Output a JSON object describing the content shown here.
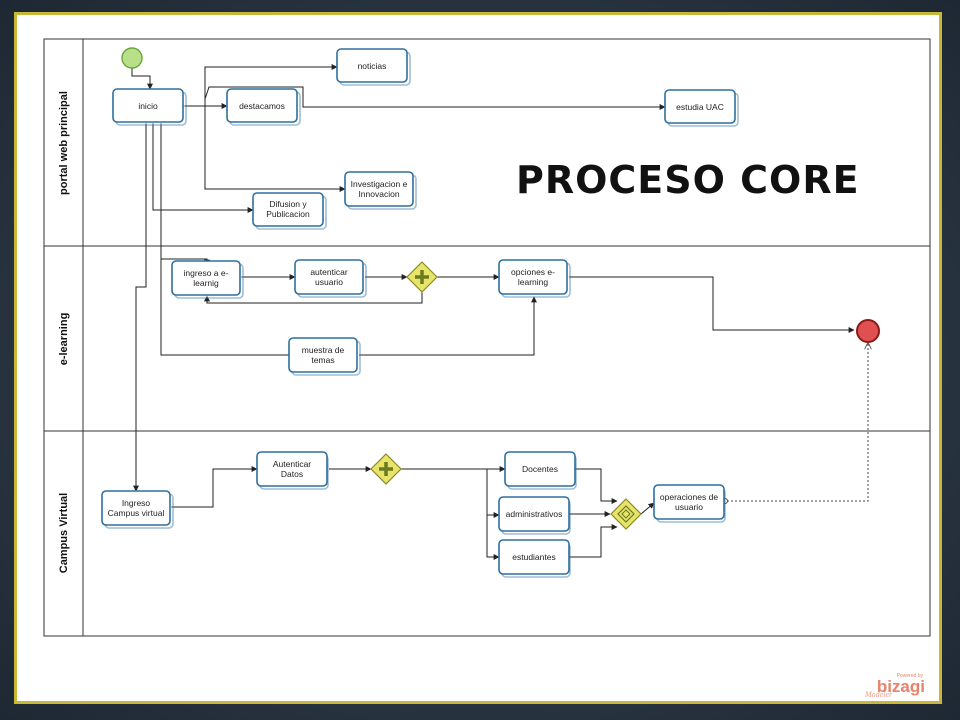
{
  "title": "PROCESO CORE",
  "lanes": [
    {
      "label": "portal web principal"
    },
    {
      "label": "e-learning"
    },
    {
      "label": "Campus Virtual"
    }
  ],
  "tasks": {
    "inicio": [
      "inicio"
    ],
    "noticias": [
      "noticias"
    ],
    "destacamos": [
      "destacamos"
    ],
    "estudia": [
      "estudia  UAC"
    ],
    "investigacion": [
      "Investigacion  e",
      "Innovacion"
    ],
    "difusion": [
      "Difusion y",
      "Publicacion"
    ],
    "ingreso_elearning": [
      "ingreso a e-",
      "learnig"
    ],
    "autenticar_usuario": [
      "autenticar",
      "usuario"
    ],
    "opciones_elearning": [
      "opciones e-",
      "learning"
    ],
    "muestra_temas": [
      "muestra de",
      "temas"
    ],
    "ingreso_campus": [
      "Ingreso",
      "Campus virtual"
    ],
    "autenticar_datos": [
      "Autenticar",
      "Datos"
    ],
    "docentes": [
      "Docentes"
    ],
    "administrativos": [
      "administrativos"
    ],
    "estudiantes": [
      "estudiantes"
    ],
    "operaciones": [
      "operaciones de",
      "usuario"
    ]
  },
  "branding": {
    "powered_by": "Powered by",
    "name": "bizagi",
    "product": "Modeler"
  },
  "colors": {
    "frame_border": "#c9b838",
    "task_stroke": "#2e6f9e",
    "start_fill": "#b8e08a",
    "end_fill": "#e05050",
    "gateway_fill": "#e8e46a"
  }
}
